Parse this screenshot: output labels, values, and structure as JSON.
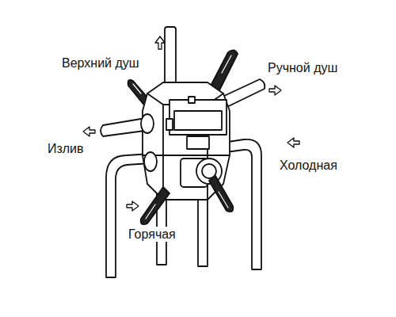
{
  "diagram": {
    "labels": [
      "Верхний душ",
      "Ручной душ",
      "Излив",
      "Холодная",
      "Горячая"
    ]
  }
}
